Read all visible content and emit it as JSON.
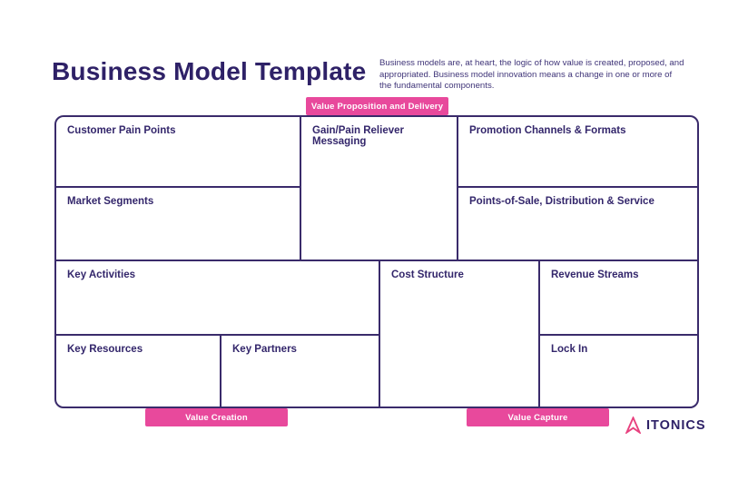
{
  "page": {
    "title": "Business Model Template",
    "description": "Business models are, at heart, the logic of how value is created, proposed, and appropriated. Business model innovation means a change in one or more of the fundamental components."
  },
  "canvas": {
    "top_banner": "Value Proposition and Delivery",
    "bottom_banners": {
      "value_creation": "Value Creation",
      "value_capture": "Value Capture"
    },
    "cells": {
      "customer_pain_points": "Customer Pain Points",
      "market_segments": "Market Segments",
      "gain_pain_reliever_messaging": "Gain/Pain Reliever Messaging",
      "promotion_channels_formats": "Promotion Channels & Formats",
      "points_of_sale_distribution_service": "Points-of-Sale, Distribution & Service",
      "key_activities": "Key Activities",
      "key_resources": "Key Resources",
      "key_partners": "Key Partners",
      "cost_structure": "Cost Structure",
      "revenue_streams": "Revenue Streams",
      "lock_in": "Lock In"
    }
  },
  "logo": {
    "text": "ITONICS"
  },
  "colors": {
    "accent_pink": "#e8499c",
    "ink": "#2e2167",
    "border": "#3a2b6b"
  }
}
